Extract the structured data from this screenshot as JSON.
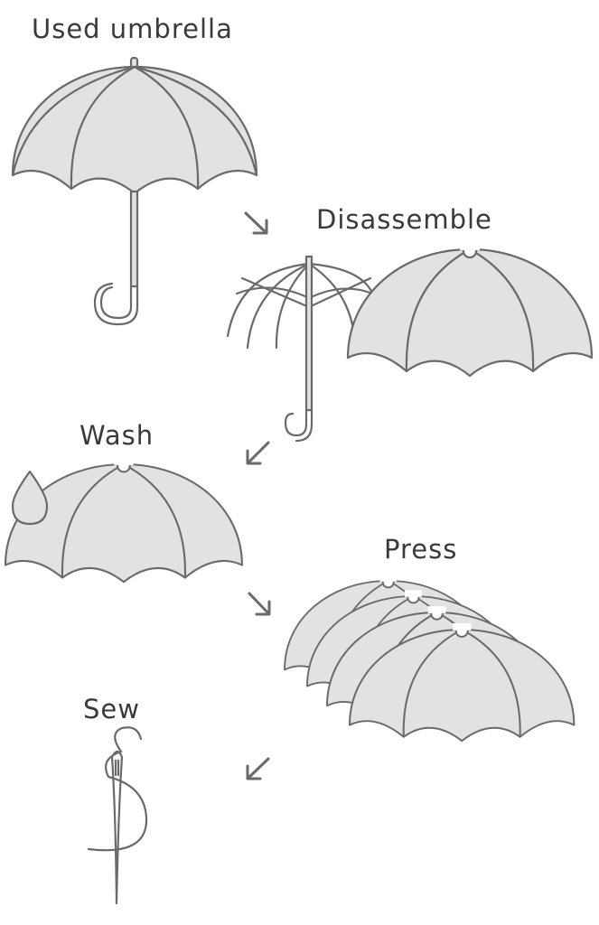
{
  "steps": [
    {
      "label": "Used umbrella"
    },
    {
      "label": "Disassemble"
    },
    {
      "label": "Wash"
    },
    {
      "label": "Press"
    },
    {
      "label": "Sew"
    }
  ],
  "colors": {
    "canopy_fill": "#e2e2e2",
    "stroke": "#6a6a6a",
    "text": "#3a3a3a"
  }
}
